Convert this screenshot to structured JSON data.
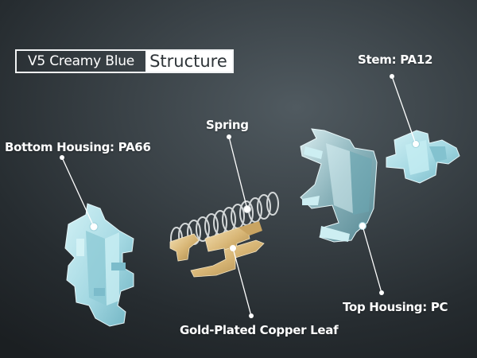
{
  "title": {
    "product": "V5 Creamy Blue",
    "section": "Structure"
  },
  "parts": {
    "stem": "Stem: PA12",
    "spring": "Spring",
    "bottom_housing": "Bottom Housing: PA66",
    "top_housing": "Top Housing: PC",
    "leaf": "Gold-Plated Copper Leaf"
  },
  "colors": {
    "background": "#2e3539",
    "housing_blue": "#a9dde6",
    "leaf_gold": "#d9b77a",
    "spring_metal": "#cfd3d4",
    "leader_line": "#ffffff"
  }
}
